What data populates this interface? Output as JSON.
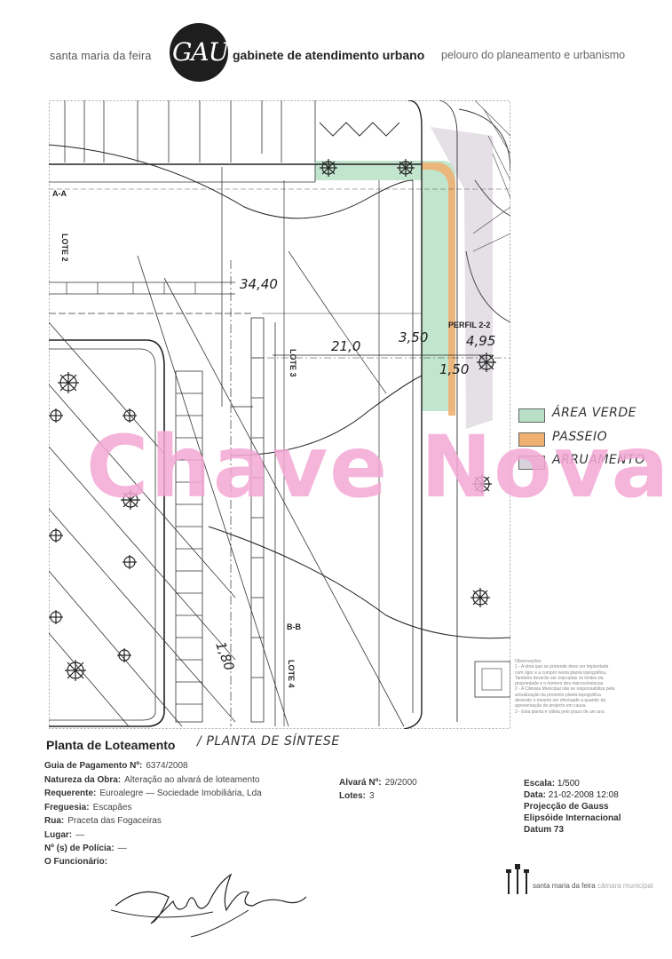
{
  "header": {
    "municipality": "santa maria da feira",
    "logo_text": "GAU",
    "office_name": "gabinete de atendimento urbano",
    "department": "pelouro do planeamento e urbanismo"
  },
  "drawing": {
    "labels": {
      "lote2": "LOTE 2",
      "lote3": "LOTE 3",
      "lote4": "LOTE 4",
      "section_a": "A-A",
      "section_b": "B-B",
      "perfil": "PERFIL 2-2",
      "dim_34": "34,40",
      "dim_21": "21,0",
      "dim_350": "3,50",
      "dim_495": "4,95",
      "dim_150": "1,50",
      "dim_180": "1,80"
    }
  },
  "legend": {
    "items": [
      {
        "label": "ÁREA VERDE",
        "color": "#b7e0c6"
      },
      {
        "label": "PASSEIO",
        "color": "#f0b072"
      },
      {
        "label": "ARRUAMENTO",
        "color": "#d8d3dc"
      }
    ]
  },
  "observations": {
    "title": "Observações",
    "lines": [
      "1 - A obra que se pretende deve ser implantada",
      "com rigor e a cumprir nesta planta topográfica.",
      "Também deverão ser marcadas os limites da",
      "propriedade e o número dos marcos/estacas.",
      "2 - A Câmara Municipal não se responsabiliza pela",
      "actualização da presente planta topográfica",
      "devendo o mesmo ser efectuado a quando da",
      "apresentação do projecto em causa.",
      "3 - Esta planta é válida pelo prazo de um ano."
    ]
  },
  "watermark": "Chave Nova",
  "form": {
    "title": "Planta de Loteamento",
    "handwritten_subtitle": "/ PLANTA DE SÍNTESE",
    "fields": [
      {
        "label": "Guia de Pagamento Nº:",
        "value": "6374/2008"
      },
      {
        "label": "Natureza da Obra:",
        "value": "Alteração ao alvará de loteamento"
      },
      {
        "label": "Requerente:",
        "value": "Euroalegre — Sociedade Imobiliária, Lda"
      },
      {
        "label": "Freguesia:",
        "value": "Escapães"
      },
      {
        "label": "Rua:",
        "value": "Praceta das Fogaceiras"
      },
      {
        "label": "Lugar:",
        "value": "—"
      },
      {
        "label": "Nº (s) de Polícia:",
        "value": "—"
      },
      {
        "label": "O Funcionário:",
        "value": ""
      }
    ],
    "alvara": {
      "label": "Alvará Nº:",
      "value": "29/2000"
    },
    "lotes": {
      "label": "Lotes:",
      "value": "3"
    },
    "escala": {
      "label": "Escala:",
      "value": "1/500"
    },
    "data": {
      "label": "Data:",
      "value": "21-02-2008 12:08"
    },
    "projection_lines": [
      "Projecção de Gauss",
      "Elipsóide Internacional",
      "Datum 73"
    ]
  },
  "footer": {
    "municipality": "santa maria da feira",
    "tagline": "câmara municipal"
  },
  "colors": {
    "green_area": "#b7e0c6",
    "sidewalk": "#f0b072",
    "road": "#d8d3dc",
    "watermark": "#f4a8d4"
  }
}
